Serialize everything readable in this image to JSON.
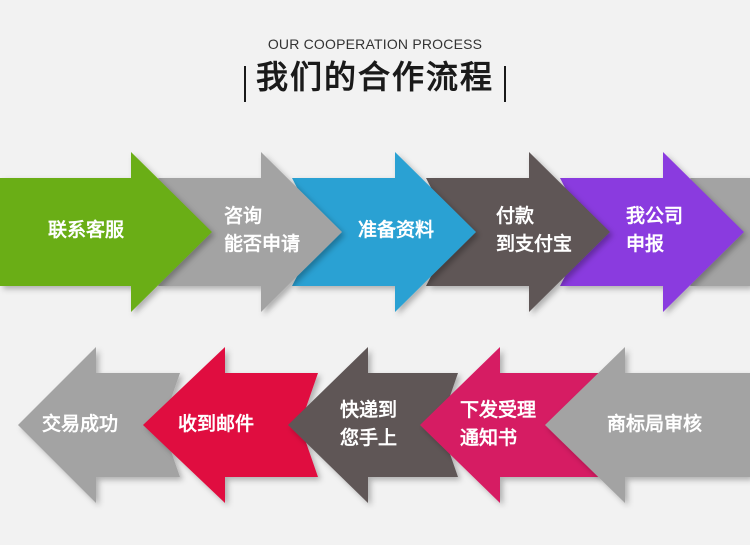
{
  "header": {
    "subtitle": "OUR COOPERATION PROCESS",
    "title": "我们的合作流程"
  },
  "steps_row1": [
    {
      "line1": "联系客服",
      "line2": "",
      "color": "#6aae13"
    },
    {
      "line1": "咨询",
      "line2": "能否申请",
      "color": "#a3a3a3"
    },
    {
      "line1": "准备资料",
      "line2": "",
      "color": "#2aa1d3"
    },
    {
      "line1": "付款",
      "line2": "到支付宝",
      "color": "#5f5656"
    },
    {
      "line1": "我公司",
      "line2": "申报",
      "color": "#8a3adf"
    },
    {
      "line1": "",
      "line2": "",
      "color": "#a3a3a3"
    }
  ],
  "steps_row2": [
    {
      "line1": "交易成功",
      "line2": "",
      "color": "#a3a3a3"
    },
    {
      "line1": "收到邮件",
      "line2": "",
      "color": "#e0103f"
    },
    {
      "line1": "快递到",
      "line2": "您手上",
      "color": "#5f5656"
    },
    {
      "line1": "下发受理",
      "line2": "通知书",
      "color": "#d61d63"
    },
    {
      "line1": "商标局审核",
      "line2": "",
      "color": "#a3a3a3"
    }
  ]
}
